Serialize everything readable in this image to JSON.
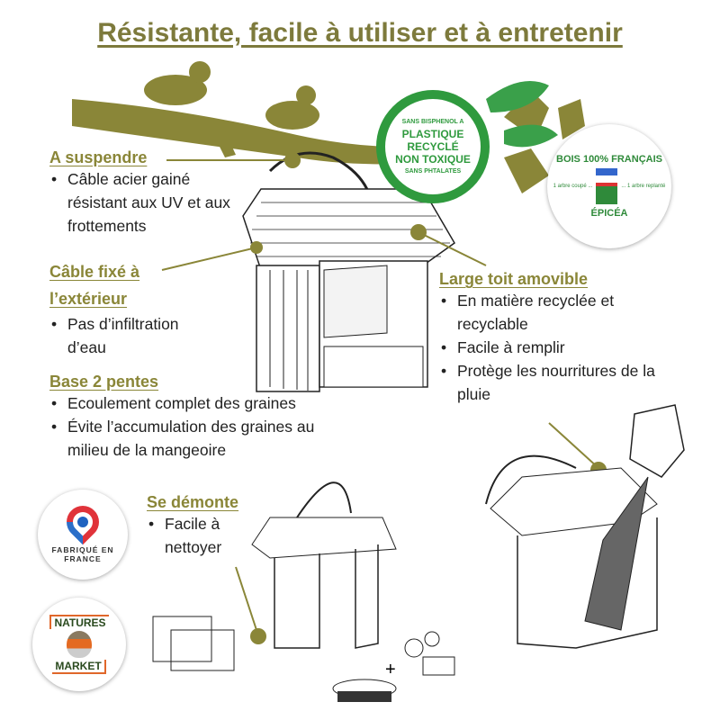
{
  "title": "Résistante, facile à utiliser et à entretenir",
  "sections": {
    "suspendre": {
      "heading": "A suspendre",
      "items": [
        "Câble acier gainé résistant aux UV et aux frottements"
      ]
    },
    "cable": {
      "heading": "Câble fixé à l’extérieur",
      "items": [
        "Pas d’infiltration d’eau"
      ]
    },
    "base": {
      "heading": "Base 2 pentes",
      "items": [
        "Ecoulement complet des graines",
        "Évite l’accumulation des graines au milieu de la mangeoire"
      ]
    },
    "toit": {
      "heading": "Large toit amovible",
      "items": [
        "En matière recyclée et recyclable",
        "Facile à remplir",
        "Protège les nourritures de la pluie"
      ]
    },
    "demonte": {
      "heading": "Se démonte",
      "items": [
        "Facile à nettoyer"
      ]
    }
  },
  "badges": {
    "plastique": {
      "top": "SANS BISPHENOL A",
      "center": "PLASTIQUE RECYCLÉ NON TOXIQUE",
      "bottom": "SANS PHTALATES"
    },
    "bois": {
      "top": "BOIS 100% FRANÇAIS",
      "left": "1 arbre coupé ...",
      "right": "... 1 arbre replanté",
      "bottom": "ÉPICÉA"
    },
    "fabrique": {
      "text": "FABRIQUÉ EN FRANCE"
    },
    "natures": {
      "top": "NATURES",
      "bottom": "MARKET"
    }
  },
  "colors": {
    "olive": "#8a8638",
    "green": "#2f9a3e"
  }
}
